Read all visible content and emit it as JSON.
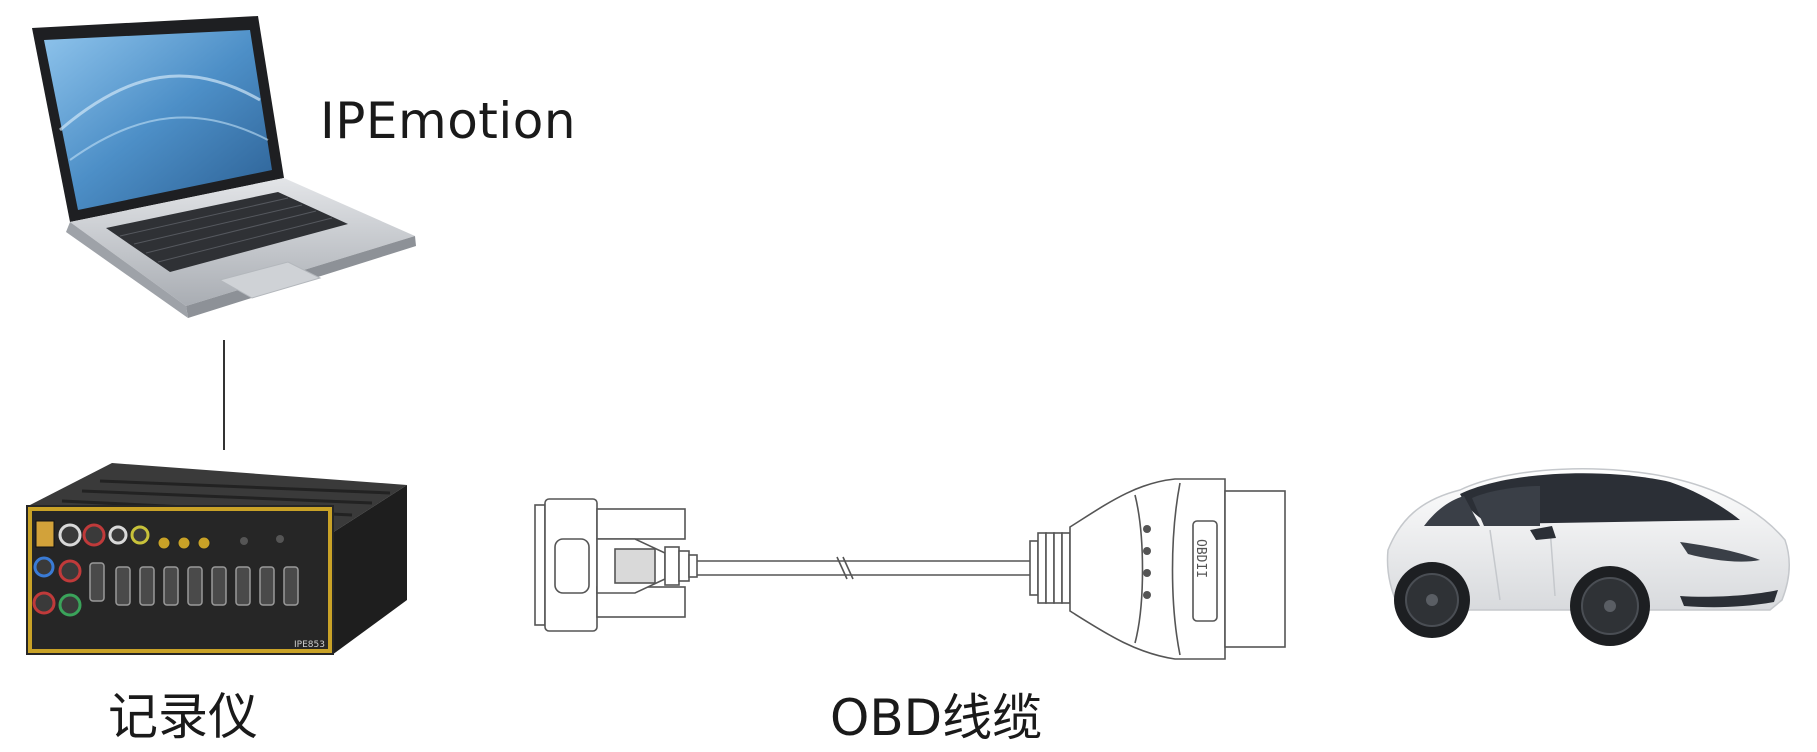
{
  "labels": {
    "software": "IPEmotion",
    "logger": "记录仪",
    "cable": "OBD线缆"
  },
  "device_markings": {
    "model": "IPE853"
  },
  "colors": {
    "laptop_screen": "#5a9fd6",
    "laptop_body": "#c9ccd1",
    "logger_body": "#2a2a2a",
    "logger_frame": "#c9a227",
    "cable_line": "#555555",
    "car_body": "#f4f5f6",
    "car_glass": "#2b2f36",
    "text": "#1a1a1a"
  }
}
